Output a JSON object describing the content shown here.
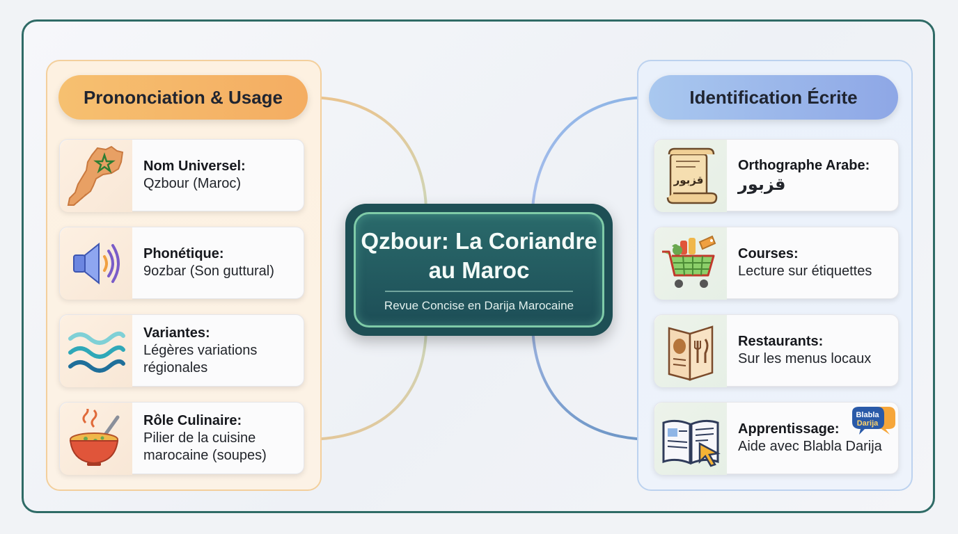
{
  "center": {
    "title": "Qzbour: La Coriandre au Maroc",
    "subtitle": "Revue Concise en Darija Marocaine"
  },
  "left_branch": {
    "title": "Prononciation & Usage",
    "items": [
      {
        "icon": "morocco-map-icon",
        "title": "Nom Universel:",
        "lines": [
          "Qzbour (Maroc)"
        ]
      },
      {
        "icon": "speaker-icon",
        "title": "Phonétique:",
        "lines": [
          "9ozbar (Son guttural)"
        ]
      },
      {
        "icon": "waves-icon",
        "title": "Variantes:",
        "lines": [
          "Légères variations",
          "régionales"
        ]
      },
      {
        "icon": "soup-bowl-icon",
        "title": "Rôle Culinaire:",
        "lines": [
          "Pilier de la cuisine",
          "marocaine (soupes)"
        ]
      }
    ]
  },
  "right_branch": {
    "title": "Identification Écrite",
    "items": [
      {
        "icon": "scroll-icon",
        "icon_text": "قزبور",
        "title": "Orthographe Arabe:",
        "lines": [
          "قزبور"
        ]
      },
      {
        "icon": "shopping-cart-icon",
        "title": "Courses:",
        "lines": [
          "Lecture sur étiquettes"
        ]
      },
      {
        "icon": "menu-icon",
        "title": "Restaurants:",
        "lines": [
          "Sur les menus locaux"
        ]
      },
      {
        "icon": "book-cursor-icon",
        "badge_lines": [
          "Blabla",
          "Darija"
        ],
        "title": "Apprentissage:",
        "lines": [
          "Aide avec Blabla Darija"
        ]
      }
    ]
  },
  "colors": {
    "frame": "#2f6b66",
    "left_accent": "#f4ad62",
    "right_accent": "#8ea7e6",
    "center": "#1e4f55"
  }
}
